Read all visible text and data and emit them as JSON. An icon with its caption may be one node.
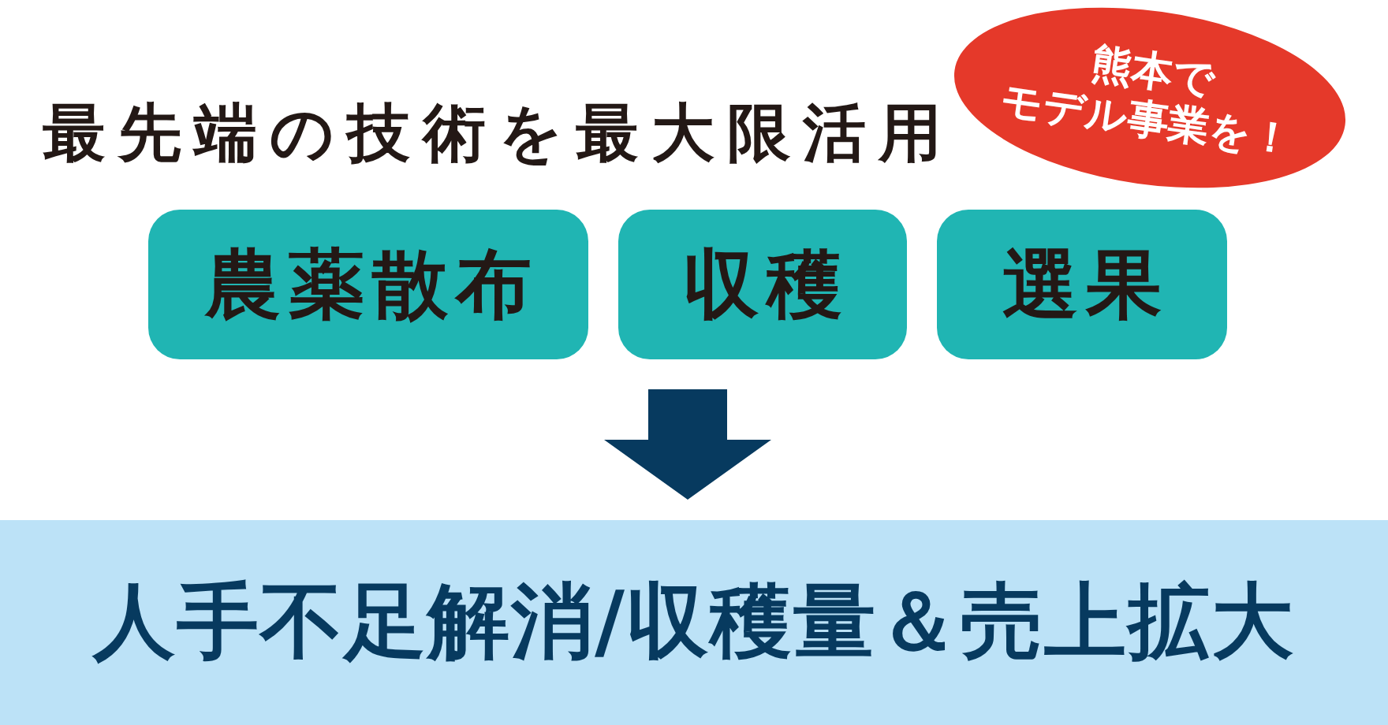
{
  "diagram": {
    "title": "最先端の技術を最大限活用",
    "nodes": [
      {
        "text": [
          "熊本でモデル事業を！"
        ]
      },
      {
        "text": [
          "農薬散布"
        ]
      },
      {
        "text": [
          "収穫"
        ]
      },
      {
        "text": [
          "選果"
        ]
      },
      {
        "text": [
          "人手不足解消/収穫量＆売上拡大"
        ]
      }
    ],
    "edges": [
      {
        "from": 2,
        "to": 4,
        "arrow": "to"
      }
    ]
  }
}
